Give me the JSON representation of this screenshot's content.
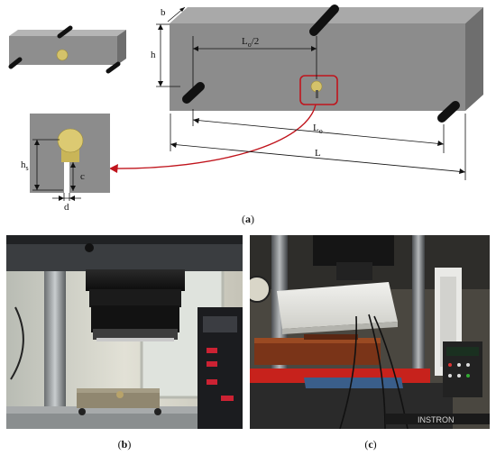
{
  "figure": {
    "panel_a": {
      "caption_open": "(",
      "caption_letter": "a",
      "caption_close": ")",
      "labels": {
        "b": "b",
        "h": "h",
        "half_span_main": "L",
        "half_span_sub": "o",
        "half_span_tail": "/2",
        "span_main": "L",
        "span_sub": "o",
        "length": "L",
        "notch_height_main": "h",
        "notch_height_sub": "s",
        "notch_c": "c",
        "notch_d": "d"
      }
    },
    "panel_b": {
      "caption_open": "(",
      "caption_letter": "b",
      "caption_close": ")"
    },
    "panel_c": {
      "caption_open": "(",
      "caption_letter": "c",
      "caption_close": ")",
      "machine_brand": "INSTRON"
    },
    "colors": {
      "beam_front": "#8c8c8c",
      "beam_top": "#a9a9a9",
      "beam_side": "#6e6e6e",
      "notch_highlight": "#c0141c",
      "specimen_cylinder": "#d4c26a"
    }
  }
}
